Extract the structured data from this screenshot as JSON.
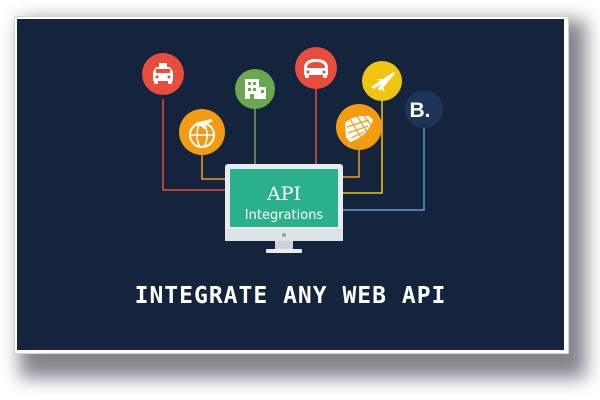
{
  "screen": {
    "line1": "API",
    "line2": "Integrations"
  },
  "headline": "INTEGRATE ANY WEB API",
  "brand_letter": "B.",
  "colors": {
    "background": "#14243d",
    "screen": "#2bb08c",
    "red": "#e74c3c",
    "orange": "#f39c12",
    "green": "#6aa84f",
    "yellow": "#f1c40f",
    "navy": "#1d3557",
    "blue_line": "#5b9bd5"
  },
  "icons": [
    {
      "name": "taxi-icon"
    },
    {
      "name": "airplane-globe-icon"
    },
    {
      "name": "hotel-building-icon"
    },
    {
      "name": "car-front-icon"
    },
    {
      "name": "globe-grid-icon"
    },
    {
      "name": "airplane-icon"
    },
    {
      "name": "booking-icon"
    }
  ]
}
